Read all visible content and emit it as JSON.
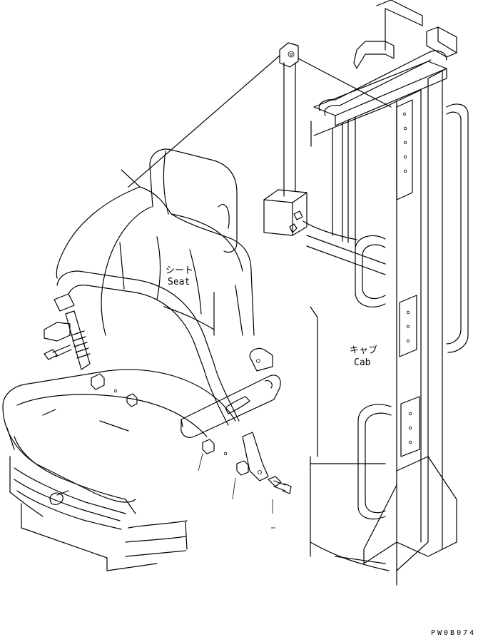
{
  "labels": {
    "seat_jp": "シート",
    "seat_en": "Seat",
    "cab_jp": "キャブ",
    "cab_en": "Cab"
  },
  "drawing_code": "PW0B074"
}
